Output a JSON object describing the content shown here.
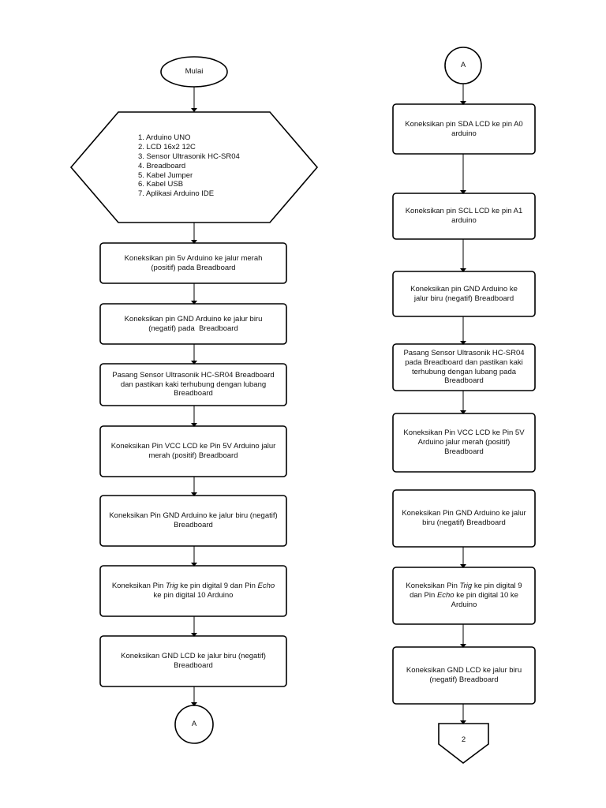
{
  "left_column": {
    "start": "Mulai",
    "materials": [
      "1. Arduino UNO",
      "2. LCD 16x2 12C",
      "3. Sensor Ultrasonik HC-SR04",
      "4. Breadboard",
      "5. Kabel Jumper",
      "6. Kabel USB",
      "7. Aplikasi Arduino IDE"
    ],
    "steps": [
      {
        "a": "Koneksikan pin 5v Arduino ke jalur merah",
        "b": "(positif) pada Breadboard"
      },
      {
        "a": "Koneksikan pin GND Arduino ke jalur biru",
        "b": "(negatif) pada  Breadboard"
      },
      {
        "a": "Pasang Sensor Ultrasonik HC-SR04 Breadboard",
        "b": "dan pastikan kaki terhubung dengan lubang",
        "c": "Breadboard"
      },
      {
        "a": "Koneksikan Pin VCC LCD ke Pin 5V Arduino jalur",
        "b": "merah (positif) Breadboard"
      },
      {
        "a": "Koneksikan Pin GND Arduino ke jalur biru (negatif)",
        "b": "Breadboard"
      },
      {
        "a": "Koneksikan Pin ",
        "trig": "Trig",
        "mid": " ke pin digital 9 dan Pin ",
        "echo": "Echo",
        "b": "ke pin digital 10 Arduino"
      },
      {
        "a": "Koneksikan GND LCD ke jalur biru (negatif)",
        "b": "Breadboard"
      }
    ],
    "connector_out": "A"
  },
  "right_column": {
    "connector_in": "A",
    "steps": [
      {
        "a": "Koneksikan pin SDA LCD ke pin A0",
        "b": "arduino"
      },
      {
        "a": "Koneksikan pin SCL LCD ke pin A1",
        "b": "arduino"
      },
      {
        "a": "Koneksikan pin GND Arduino ke",
        "b": "jalur biru (negatif) Breadboard"
      },
      {
        "a": "Pasang Sensor Ultrasonik HC-SR04",
        "b": "pada Breadboard dan pastikan kaki",
        "c": "terhubung dengan lubang pada",
        "d": "Breadboard"
      },
      {
        "a": "Koneksikan Pin VCC LCD ke Pin 5V",
        "b": "Arduino jalur merah (positif)",
        "c": "Breadboard"
      },
      {
        "a": "Koneksikan Pin GND Arduino ke jalur",
        "b": "biru (negatif) Breadboard"
      },
      {
        "a": "Koneksikan Pin ",
        "trig": "Trig",
        "mid": " ke pin digital 9",
        "b1": "dan Pin ",
        "echo": "Echo",
        "b2": " ke pin digital 10 ke",
        "c": "Arduino"
      },
      {
        "a": "Koneksikan GND LCD ke jalur biru",
        "b": "(negatif) Breadboard"
      }
    ],
    "page_connector": "2"
  }
}
